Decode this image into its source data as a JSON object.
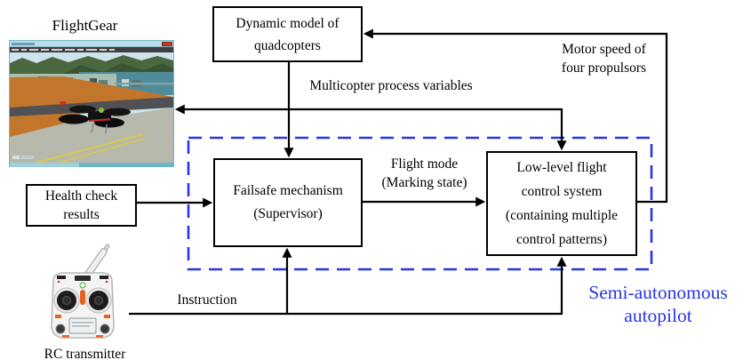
{
  "labels": {
    "flightgear": "FlightGear",
    "multicopter_process": "Multicopter process variables",
    "motor_speed": [
      "Motor speed of",
      "four propulsors"
    ],
    "flight_mode": [
      "Flight mode",
      "(Marking state)"
    ],
    "instruction": "Instruction",
    "semi_autonomous": [
      "Semi-autonomous",
      "autopilot"
    ],
    "rc_transmitter": "RC transmitter"
  },
  "boxes": {
    "dynamic_model": [
      "Dynamic model of",
      "quadcopters"
    ],
    "health_check": [
      "Health check",
      "results"
    ],
    "failsafe": [
      "Failsafe mechanism",
      "(Supervisor)"
    ],
    "low_level": [
      "Low-level flight",
      "control system",
      "(containing multiple",
      "control patterns)"
    ]
  },
  "colors": {
    "autopilot_dashed_blue": "#2836e4",
    "connector_black": "#000000",
    "box_background": "#ffffff"
  }
}
